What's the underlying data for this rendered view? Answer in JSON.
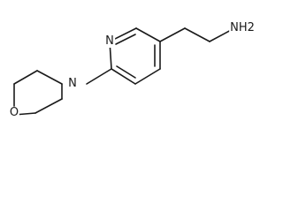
{
  "molecule": {
    "atoms": {
      "pyridine_n": "N",
      "amine": "NH2",
      "morpholine_n": "N",
      "morpholine_o": "O"
    }
  }
}
